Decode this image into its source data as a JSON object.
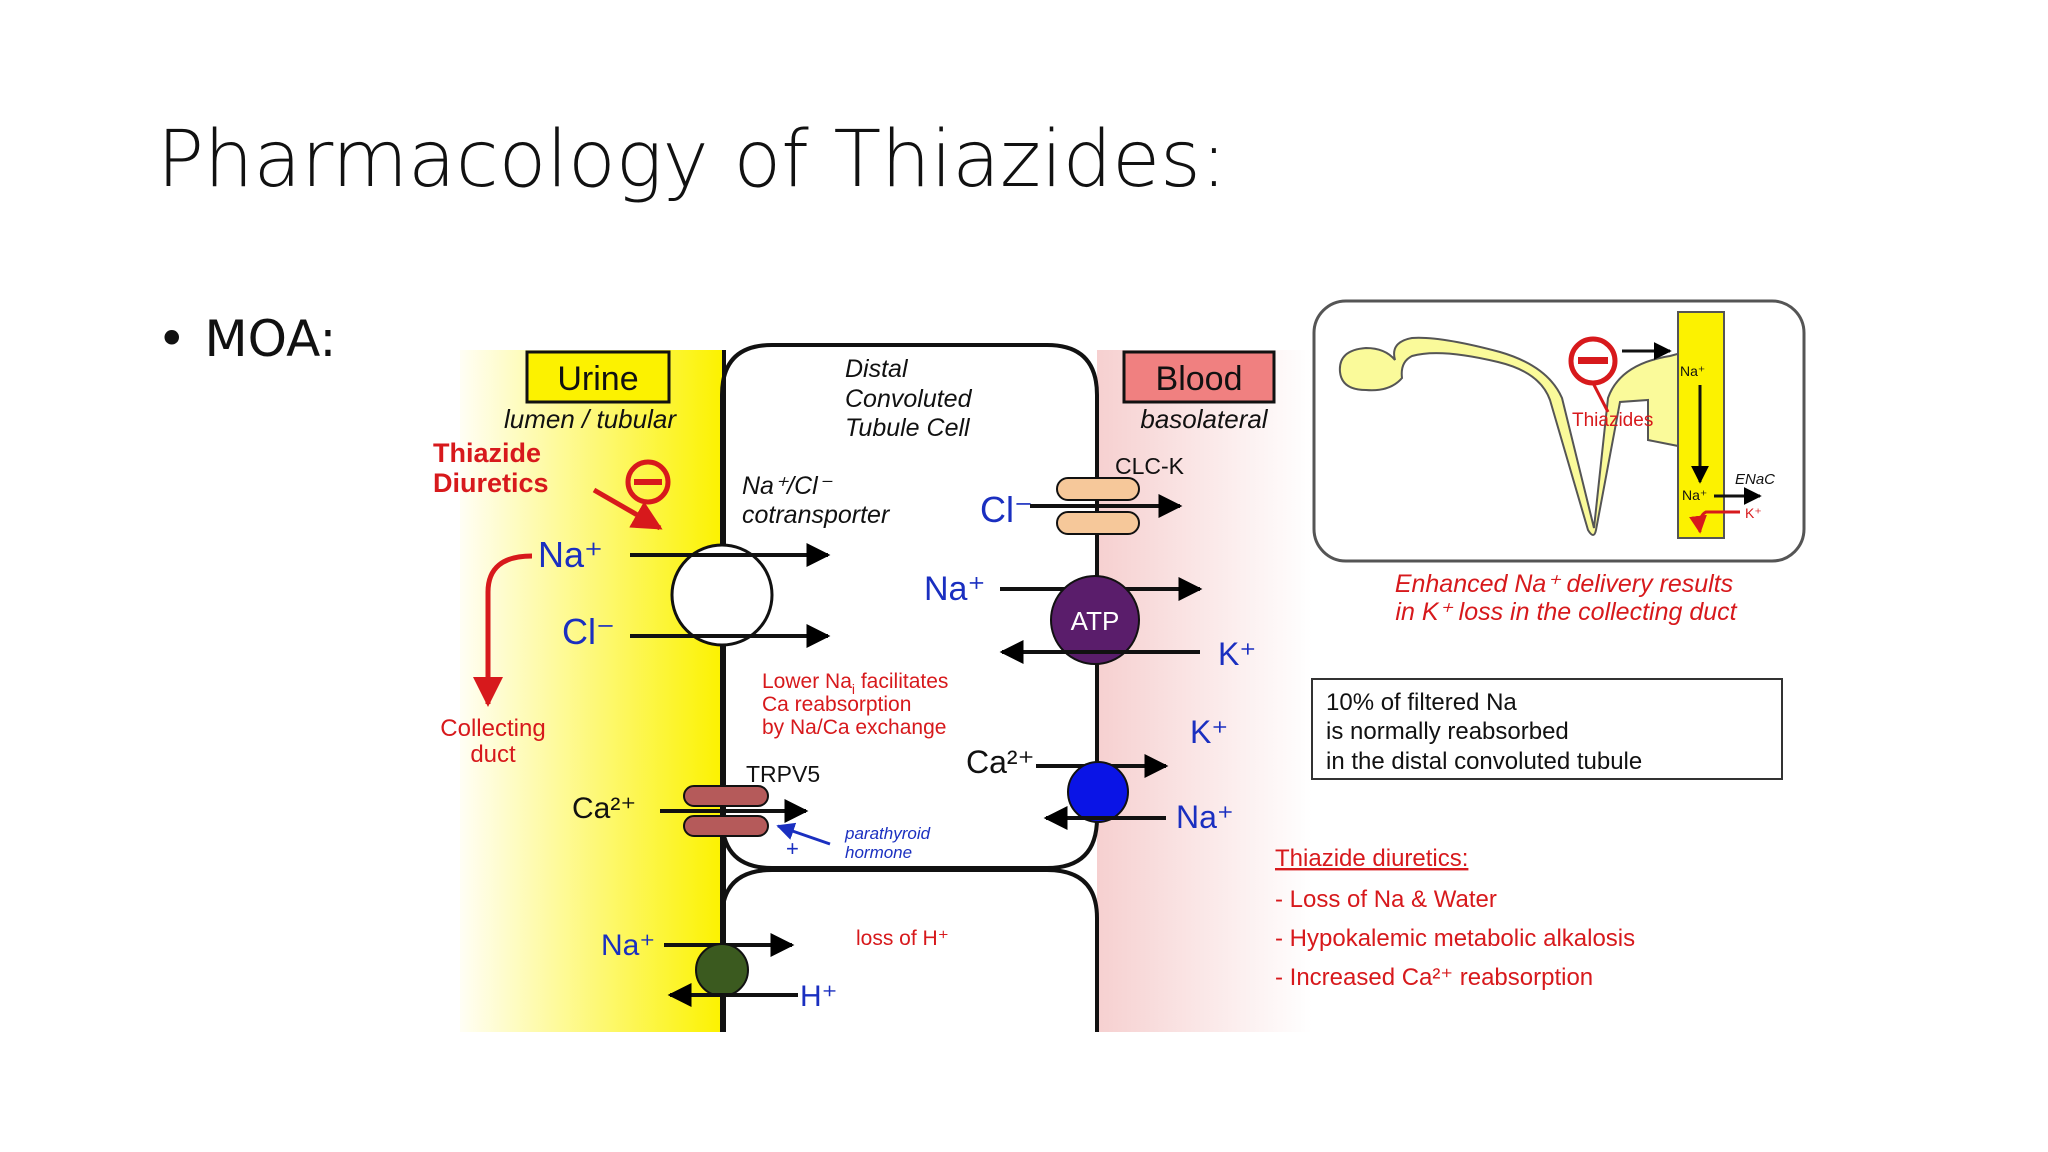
{
  "slide": {
    "title": "Pharmacology of Thiazides:",
    "bullet_mark": "•",
    "bullet_text": "MOA:"
  },
  "colors": {
    "urine": "#fcf200",
    "blood": "#fbe6e6",
    "red": "#d7191c",
    "blue": "#1a2fc0",
    "atp": "#5a1d6b",
    "na_k_exchanger": "#0a14e6",
    "na_h_exchanger": "#3b5a1f",
    "chloride_channel": "#f6c89a",
    "trpv5": "#b55a5a"
  },
  "diagram": {
    "urine_box": "Urine",
    "urine_sub": "lumen / tubular",
    "blood_box": "Blood",
    "blood_sub": "basolateral",
    "cell_title": [
      "Distal",
      "Convoluted",
      "Tubule Cell"
    ],
    "thiazide_label": [
      "Thiazide",
      "Diuretics"
    ],
    "inhibit_symbol": "−",
    "cotransporter": [
      "Na⁺/Cl⁻",
      "cotransporter"
    ],
    "clck": "CLC-K",
    "na_plus": "Na⁺",
    "cl_minus": "Cl⁻",
    "k_plus": "K⁺",
    "ca_2plus": "Ca²⁺",
    "h_plus": "H⁺",
    "atp": "ATP",
    "collecting_duct": [
      "Collecting",
      "duct"
    ],
    "lower_na_note": [
      "Lower Na",
      "i",
      " facilitates",
      "Ca reabsorption",
      "by Na/Ca exchange"
    ],
    "trpv5": "TRPV5",
    "pth_plus": "+",
    "pth": [
      "parathyroid",
      "hormone"
    ],
    "loss_of_h": "loss of H⁺"
  },
  "inset": {
    "thiazides": "Thiazides",
    "na": "Na⁺",
    "enac": "ENaC",
    "k": "K⁺",
    "caption": [
      "Enhanced Na⁺ delivery results",
      "in K⁺ loss in the collecting duct"
    ]
  },
  "fact_box": [
    "10% of filtered Na",
    "is normally reabsorbed",
    "in the distal convoluted tubule"
  ],
  "effects": {
    "heading": "Thiazide diuretics:",
    "items": [
      "- Loss of Na & Water",
      "- Hypokalemic metabolic alkalosis",
      "- Increased Ca²⁺ reabsorption"
    ]
  }
}
